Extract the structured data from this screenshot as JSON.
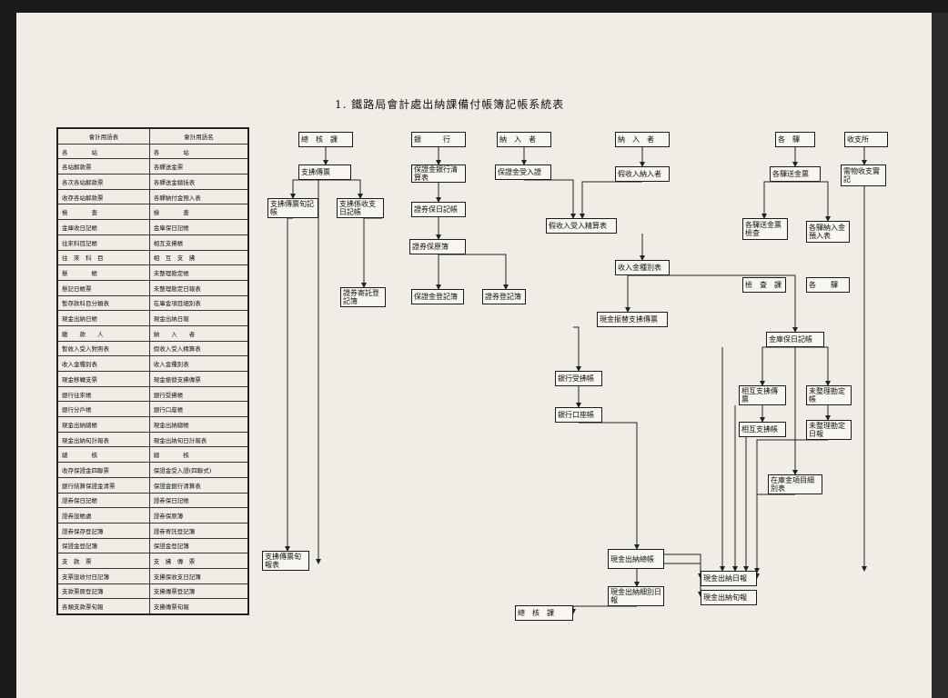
{
  "title": "1. 鐵路局會計處出納課備付帳簿記帳系統表",
  "legend": {
    "header": [
      "會計用語表",
      "會計用語名"
    ],
    "rows": [
      [
        "各　　　　站",
        "各　　　　站"
      ],
      [
        "各站解款票",
        "各驛送金票"
      ],
      [
        "各次各站解款票",
        "各驛送金總括表"
      ],
      [
        "收存各站解款票",
        "各驛納付金預入表"
      ],
      [
        "檢　　　　查",
        "檢　　　　查"
      ],
      [
        "金庫收日記帳",
        "金庫保日記帳"
      ],
      [
        "往來科目記帳",
        "相互支拂帳"
      ],
      [
        "往　來　科　目",
        "相　互　支　拂"
      ],
      [
        "懸　　　　帳",
        "未整理勘定帳"
      ],
      [
        "懸記日帳票",
        "未整理勘定日報表"
      ],
      [
        "暫存款科目分類表",
        "在庫金項目細別表"
      ],
      [
        "現金出納日帳",
        "現金出納日報"
      ],
      [
        "繳　　款　　人",
        "納　　入　　者"
      ],
      [
        "暫收入受入對照表",
        "假收入受入精算表"
      ],
      [
        "收入金種別表",
        "收入金種別表"
      ],
      [
        "現金移轉支票",
        "現金振替支拂傳票"
      ],
      [
        "銀行往來帳",
        "銀行受拂帳"
      ],
      [
        "銀行分戶帳",
        "銀行口座帳"
      ],
      [
        "現金出納總帳",
        "現金出納總帳"
      ],
      [
        "現金出納旬計報表",
        "現金出納旬日計報表"
      ],
      [
        "總　　　　核",
        "總　　　　核"
      ],
      [
        "收存保證金四聯票",
        "保證金受入證(四聯式)"
      ],
      [
        "銀行結算保證金清票",
        "保證金銀行清算表"
      ],
      [
        "證券保日記帳",
        "證券保日記帳"
      ],
      [
        "證券設帳處",
        "證券保原簿"
      ],
      [
        "證券保存登記簿",
        "證券寄託登記簿"
      ],
      [
        "保證金登記簿",
        "保證金登記簿"
      ],
      [
        "支　款　票",
        "支　拂　傳　票"
      ],
      [
        "支票設收付日記簿",
        "支拂保收支日記簿"
      ],
      [
        "支款票原登記簿",
        "支拂傳票登記簿"
      ],
      [
        "各類支款票旬報",
        "支拂傳票旬報"
      ]
    ]
  },
  "boxes": {
    "sokakka": "總　核　課",
    "ginko": "銀　　　行",
    "nonyusha": "納　入　者",
    "nonyusha2": "納　入　者",
    "kakueki": "各　驛",
    "shushisho": "收支所",
    "shiharaidenpyo": "支拂傳票",
    "hoshokin_ginko": "保證金銀行清算表",
    "hoshokin_ukeire": "保證金受入證",
    "karishu_nonyusha": "假收入納入者",
    "kakueki_sokin": "各驛送金票",
    "seihin_shushi": "需物收支實記",
    "shiharai_kyoshu": "支拂傳票旬記帳",
    "shiharaikakari": "支拂係收支日記帳",
    "shoken_hibo": "證券保日記帳",
    "karishu_seisan": "假收入受入精算表",
    "kakueki_sokin_kensa": "各驛送金票檢查",
    "kakueki_nonyu": "各驛納入金預入表",
    "shoken_genbo": "證券保原簿",
    "shunyu_shubetsu": "收入金種別表",
    "kensaka": "檢　査　課",
    "kakueki2": "各　　驛",
    "shoken_kishaku": "證券寄託登記簿",
    "hoshokin_toroku": "保證金登記簿",
    "shoken_toroku": "證券登記簿",
    "genkin_furikae": "現金振替支拂傳票",
    "kinko_hibo": "金庫保日記帳",
    "ginko_ukebarai": "銀行受拂帳",
    "sogo_denpyo": "相互支拂傳票",
    "miseiri_kanjo": "未整理勘定帳",
    "ginko_koza": "銀行口座帳",
    "sogo_shiharai": "相互支拂帳",
    "miseiri_nippo": "未整理勘定日報",
    "zaiko_saibetsu": "在庫金項目細別表",
    "shiharai_junpo": "支拂傳票旬報表",
    "genkin_sochobo": "現金出納總帳",
    "genkin_nippo": "現金出納日報",
    "genkin_saibetsu": "現金出納細別日報",
    "genkin_junpo": "現金出納旬報",
    "sokakka2": "總　核　課"
  }
}
